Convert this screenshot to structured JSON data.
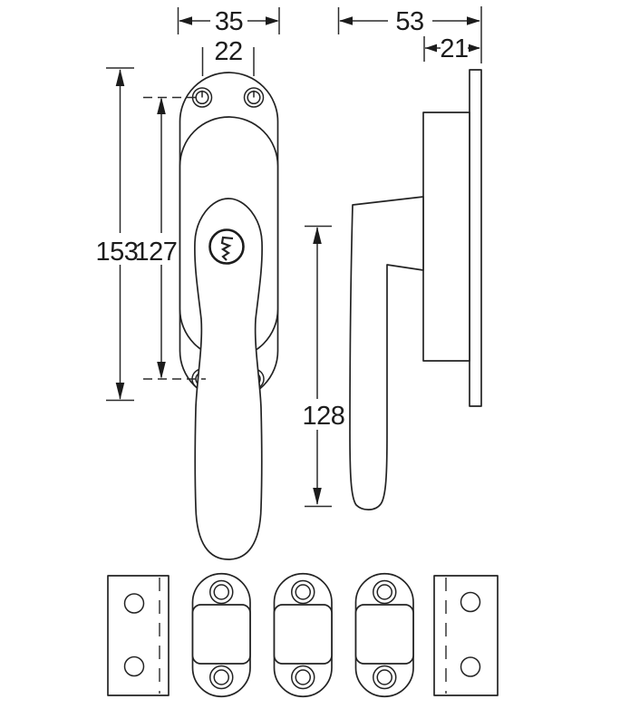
{
  "drawing": {
    "subject": "window-handle-technical-drawing",
    "colors": {
      "line": "#232323",
      "background": "#ffffff"
    },
    "dimensions": {
      "front_plate_width": "35",
      "front_hole_spacing": "22",
      "side_total_depth": "53",
      "side_plate_depth": "21",
      "front_plate_height": "153",
      "front_hole_height": "127",
      "side_handle_length": "128"
    }
  }
}
